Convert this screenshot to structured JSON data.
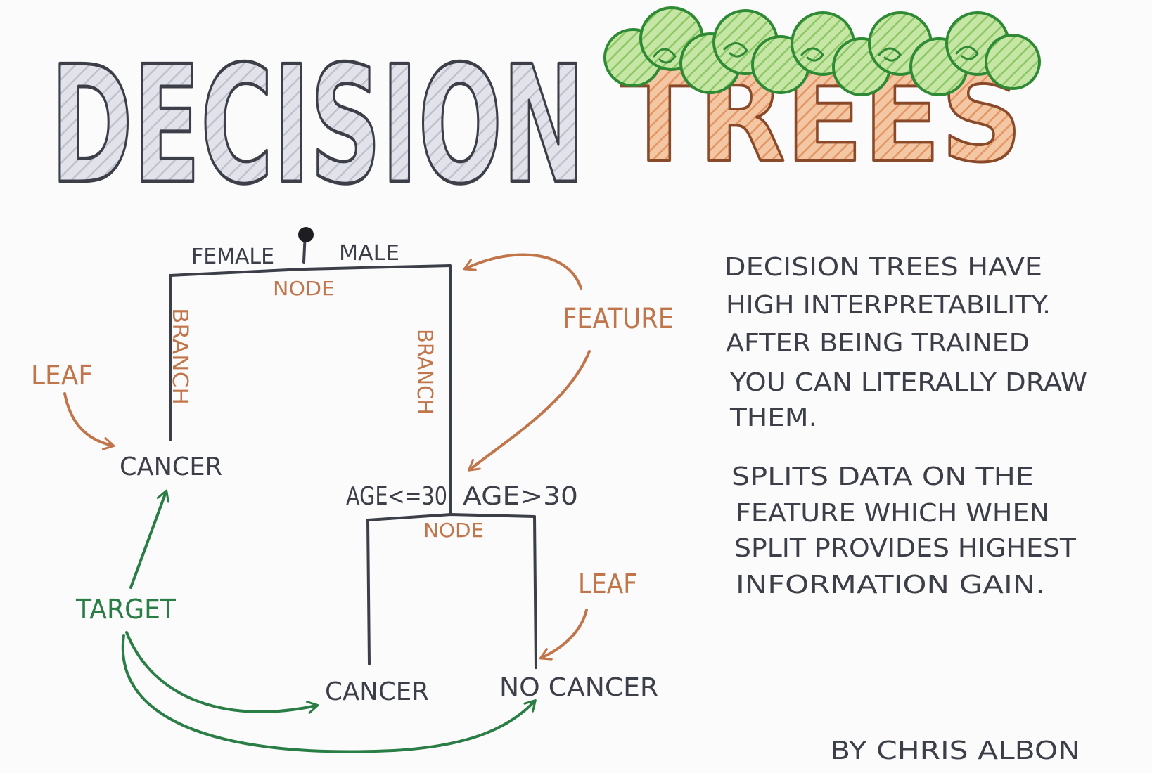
{
  "title": {
    "word1": "DECISION",
    "word2": "TREES"
  },
  "tree": {
    "root_left_label": "FEMALE",
    "root_right_label": "MALE",
    "root_node_label": "NODE",
    "left_branch_label": "BRANCH",
    "right_branch_label": "BRANCH",
    "left_leaf_label": "CANCER",
    "split2_left_label": "AGE<=30",
    "split2_right_label": "AGE>30",
    "node2_label": "NODE",
    "leaf2_left_label": "CANCER",
    "leaf2_right_label": "NO CANCER"
  },
  "annotations": {
    "feature": "FEATURE",
    "leaf_top": "LEAF",
    "leaf_bottom": "LEAF",
    "target": "TARGET"
  },
  "description": {
    "para1_lines": [
      "DECISION TREES HAVE",
      "HIGH INTERPRETABILITY.",
      "AFTER BEING TRAINED",
      "YOU CAN LITERALLY DRAW",
      "THEM."
    ],
    "para2_lines": [
      "SPLITS DATA ON THE",
      "FEATURE WHICH WHEN",
      "SPLIT PROVIDES HIGHEST",
      "INFORMATION GAIN."
    ]
  },
  "byline": "BY CHRIS ALBON",
  "colors": {
    "ink": "#3c3e48",
    "orange": "#c0764a",
    "green": "#2a7d45",
    "title_fill": "#d8d9e3",
    "tree_trunk": "#e7a070",
    "tree_leaf": "#a6d37e",
    "tree_leaf_outline": "#2e8a34"
  }
}
